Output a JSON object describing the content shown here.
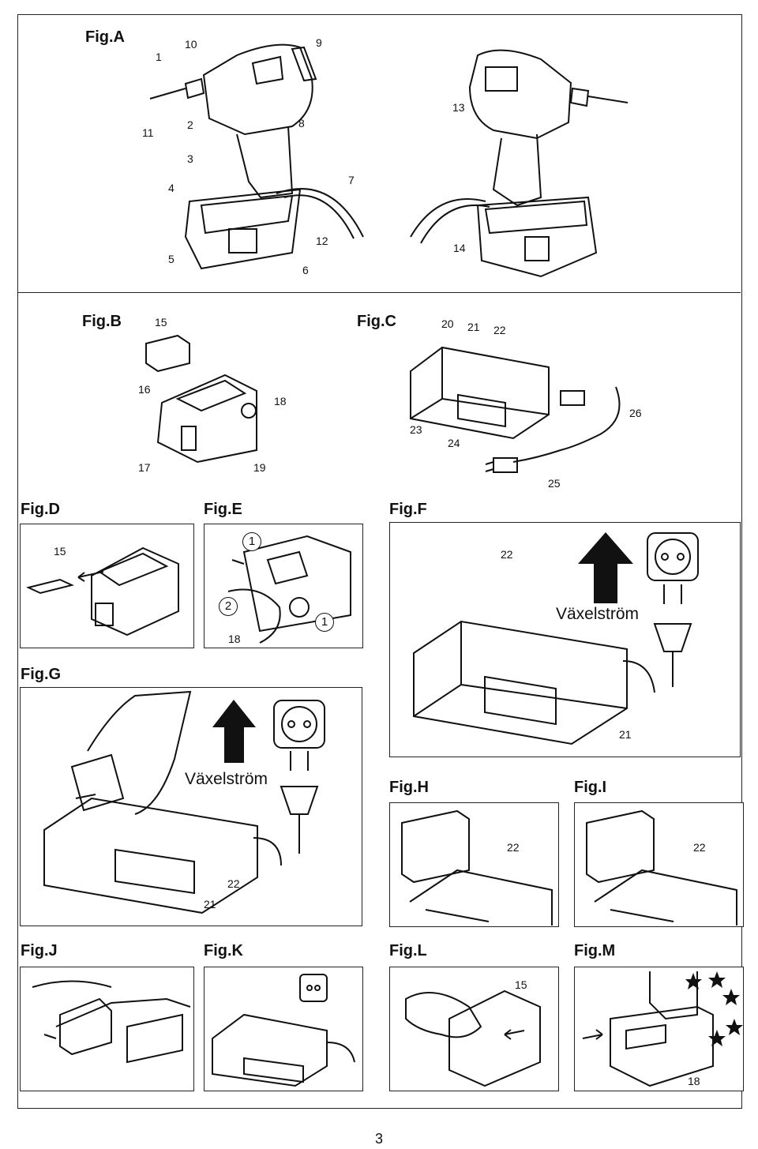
{
  "figures": {
    "a": {
      "title": "Fig.A",
      "callouts": [
        "1",
        "10",
        "9",
        "11",
        "2",
        "8",
        "13",
        "3",
        "7",
        "4",
        "12",
        "5",
        "14",
        "6"
      ]
    },
    "b": {
      "title": "Fig.B",
      "callouts": [
        "15",
        "16",
        "18",
        "17",
        "19"
      ]
    },
    "c": {
      "title": "Fig.C",
      "callouts": [
        "20",
        "21",
        "22",
        "23",
        "24",
        "26",
        "25"
      ]
    },
    "d": {
      "title": "Fig.D",
      "callouts": [
        "15"
      ]
    },
    "e": {
      "title": "Fig.E",
      "callouts": [
        "1",
        "2",
        "1",
        "18"
      ]
    },
    "f": {
      "title": "Fig.F",
      "callouts": [
        "22",
        "21"
      ],
      "label": "Växelström"
    },
    "g": {
      "title": "Fig.G",
      "callouts": [
        "22",
        "21"
      ],
      "label": "Växelström"
    },
    "h": {
      "title": "Fig.H",
      "callouts": [
        "22"
      ]
    },
    "i": {
      "title": "Fig.I",
      "callouts": [
        "22"
      ]
    },
    "j": {
      "title": "Fig.J"
    },
    "k": {
      "title": "Fig.K"
    },
    "l": {
      "title": "Fig.L",
      "callouts": [
        "15"
      ]
    },
    "m": {
      "title": "Fig.M",
      "callouts": [
        "18"
      ]
    }
  },
  "page_number": "3",
  "icons": [
    "impact-driver-illustration",
    "battery-cartridge-illustration",
    "charger-illustration",
    "power-plug-icon",
    "wall-socket-icon",
    "up-arrow-icon",
    "hand-illustration",
    "star-icon"
  ]
}
